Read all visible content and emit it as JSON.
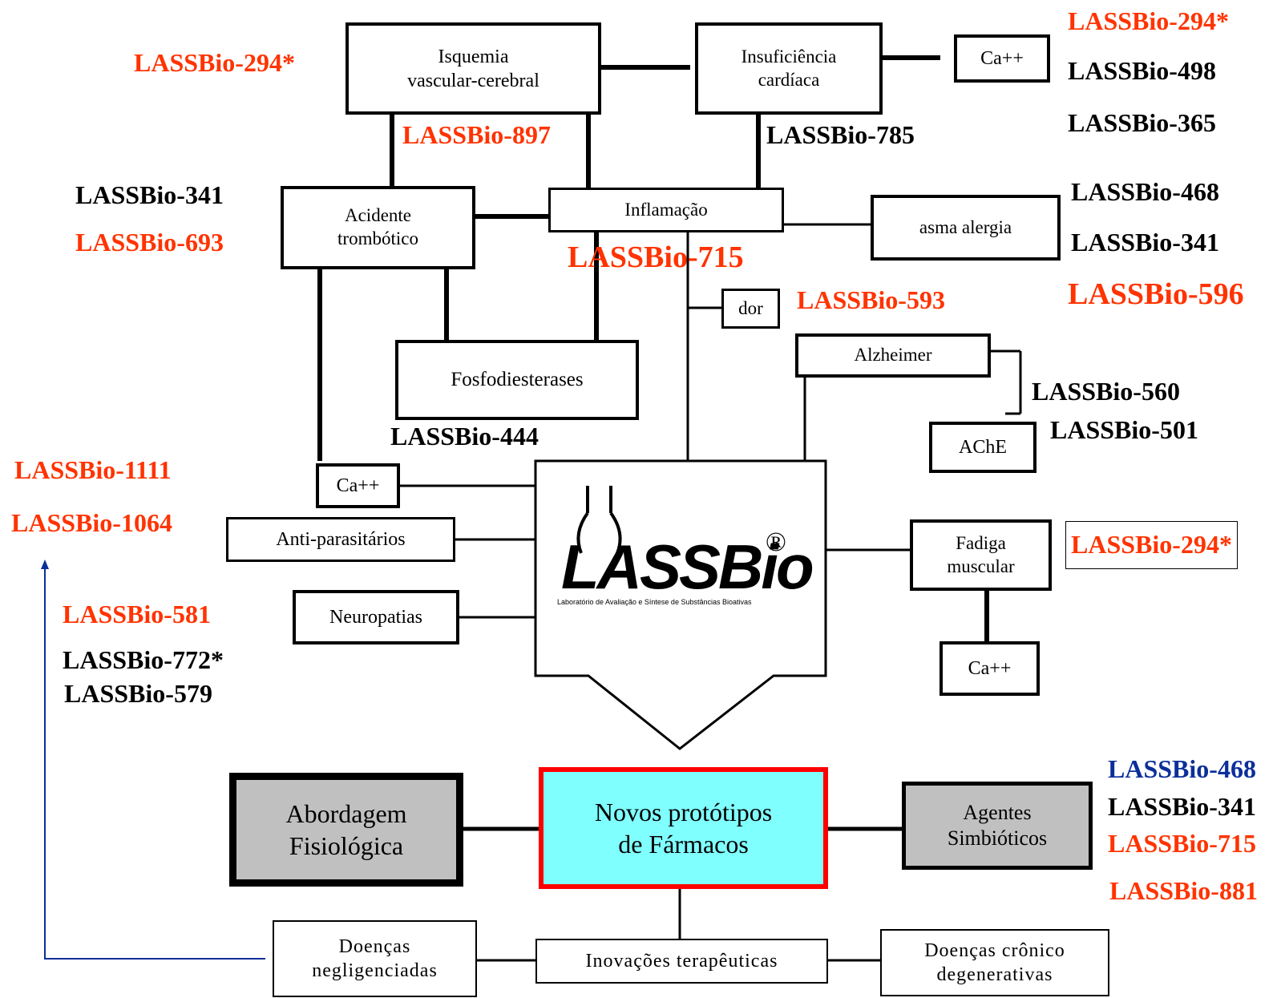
{
  "colors": {
    "red": "#ff3300",
    "black": "#000000",
    "blue": "#0b2f9a",
    "cyan": "#80ffff",
    "grey": "#c0c0c0",
    "highlight_border": "#ff0000"
  },
  "nodes": {
    "isquemia": "Isquemia\nvascular-cerebral",
    "insuficiencia": "Insuficiência\ncardíaca",
    "ca_top": "Ca++",
    "acidente": "Acidente\ntrombótico",
    "inflamacao": "Inflamação",
    "asma": "asma   alergia",
    "dor": "dor",
    "alzheimer": "Alzheimer",
    "fosfodiesterases": "Fosfodiesterases",
    "ache": "AChE",
    "ca_left": "Ca++",
    "antiparasitarios": "Anti-parasitários",
    "neuropatias": "Neuropatias",
    "fadiga": "Fadiga\nmuscular",
    "ca_right": "Ca++",
    "abordagem": "Abordagem\nFisiológica",
    "novos": "Novos protótipos\nde Fármacos",
    "agentes": "Agentes\nSimbióticos",
    "doencas_neg": "Doenças\nnegligenciadas",
    "inovacoes": "Inovações terapêuticas",
    "doencas_cron": "Doenças crônico\ndegenerativas"
  },
  "logo": {
    "text": "LASSBio",
    "registered": "®",
    "subtitle": "Laboratório de Avaliação e Síntese de Substâncias Bioativas"
  },
  "compounds": {
    "c294_left": "LASSBio-294*",
    "c294_top": "LASSBio-294*",
    "c498": "LASSBio-498",
    "c897": "LASSBio-897",
    "c785": "LASSBio-785",
    "c365": "LASSBio-365",
    "c341_a": "LASSBio-341",
    "c693": "LASSBio-693",
    "c468_a": "LASSBio-468",
    "c341_b": "LASSBio-341",
    "c715_a": "LASSBio-715",
    "c593": "LASSBio-593",
    "c596": "LASSBio-596",
    "c560": "LASSBio-560",
    "c501": "LASSBio-501",
    "c444": "LASSBio-444",
    "c1111": "LASSBio-1111",
    "c1064": "LASSBio-1064",
    "c294_fadiga": "LASSBio-294*",
    "c581": "LASSBio-581",
    "c772": "LASSBio-772*",
    "c579": "LASSBio-579",
    "c468_b": "LASSBio-468",
    "c341_c": "LASSBio-341",
    "c715_b": "LASSBio-715",
    "c881": "LASSBio-881"
  }
}
